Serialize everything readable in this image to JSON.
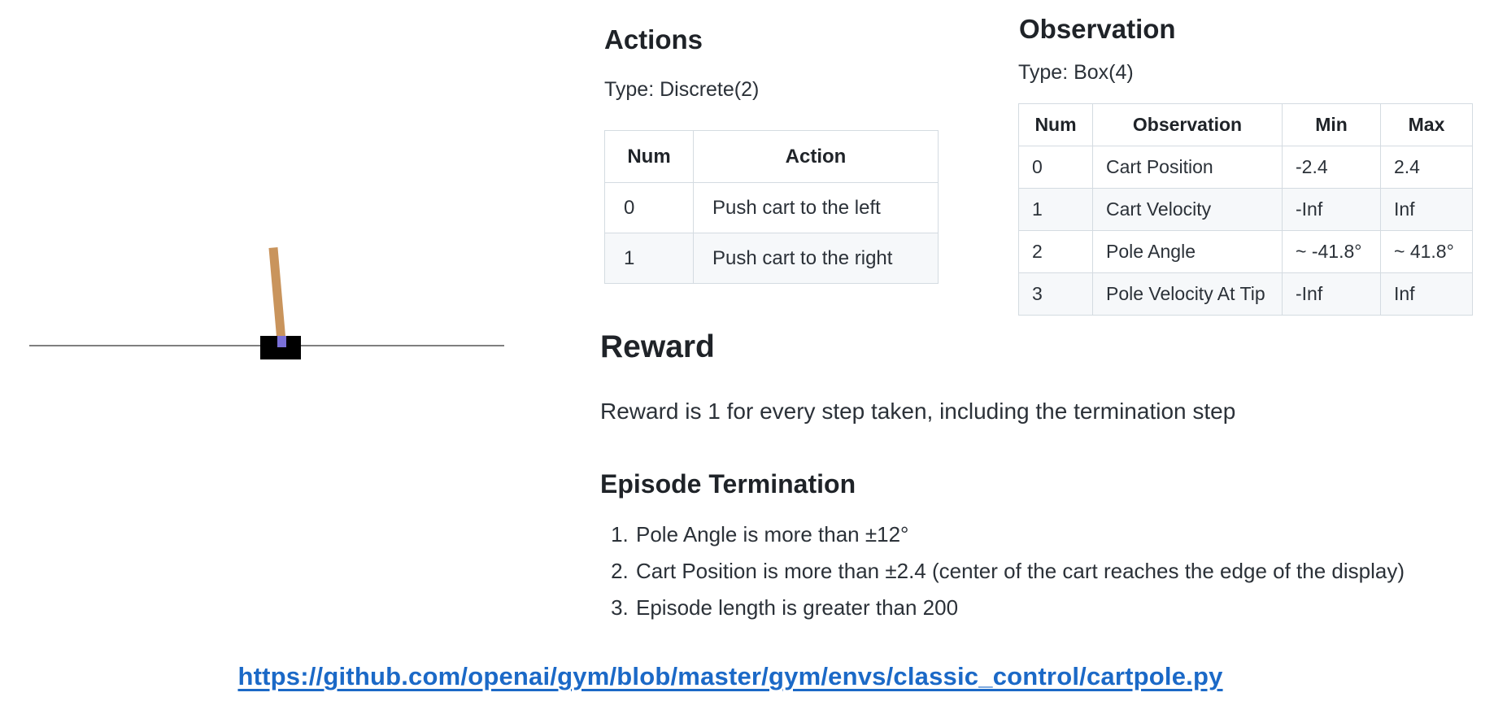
{
  "colors": {
    "link_blue": "#1b69c7",
    "pole_tan": "#c9945c",
    "axle_purple": "#7a70d8",
    "cart_black": "#000000",
    "track_gray": "#7f7f7f",
    "table_border": "#d4dbe1",
    "table_stripe": "#f6f8fa",
    "text_dark": "#24292f"
  },
  "actions": {
    "heading": "Actions",
    "type_label": "Type: Discrete(2)",
    "table": {
      "headers": [
        "Num",
        "Action"
      ],
      "rows": [
        [
          "0",
          "Push cart to the left"
        ],
        [
          "1",
          "Push cart to the right"
        ]
      ]
    }
  },
  "observation": {
    "heading": "Observation",
    "type_label": "Type: Box(4)",
    "table": {
      "headers": [
        "Num",
        "Observation",
        "Min",
        "Max"
      ],
      "rows": [
        [
          "0",
          "Cart Position",
          "-2.4",
          "2.4"
        ],
        [
          "1",
          "Cart Velocity",
          "-Inf",
          "Inf"
        ],
        [
          "2",
          "Pole Angle",
          "~ -41.8°",
          "~ 41.8°"
        ],
        [
          "3",
          "Pole Velocity At Tip",
          "-Inf",
          "Inf"
        ]
      ]
    }
  },
  "reward": {
    "heading": "Reward",
    "text": "Reward is 1 for every step taken, including the termination step"
  },
  "termination": {
    "heading": "Episode Termination",
    "items": [
      "Pole Angle is more than ±12°",
      "Cart Position is more than ±2.4 (center of the cart reaches the edge of the display)",
      "Episode length is greater than 200"
    ]
  },
  "source_link": {
    "text": "https://github.com/openai/gym/blob/master/gym/envs/classic_control/cartpole.py",
    "href": "https://github.com/openai/gym/blob/master/gym/envs/classic_control/cartpole.py"
  }
}
